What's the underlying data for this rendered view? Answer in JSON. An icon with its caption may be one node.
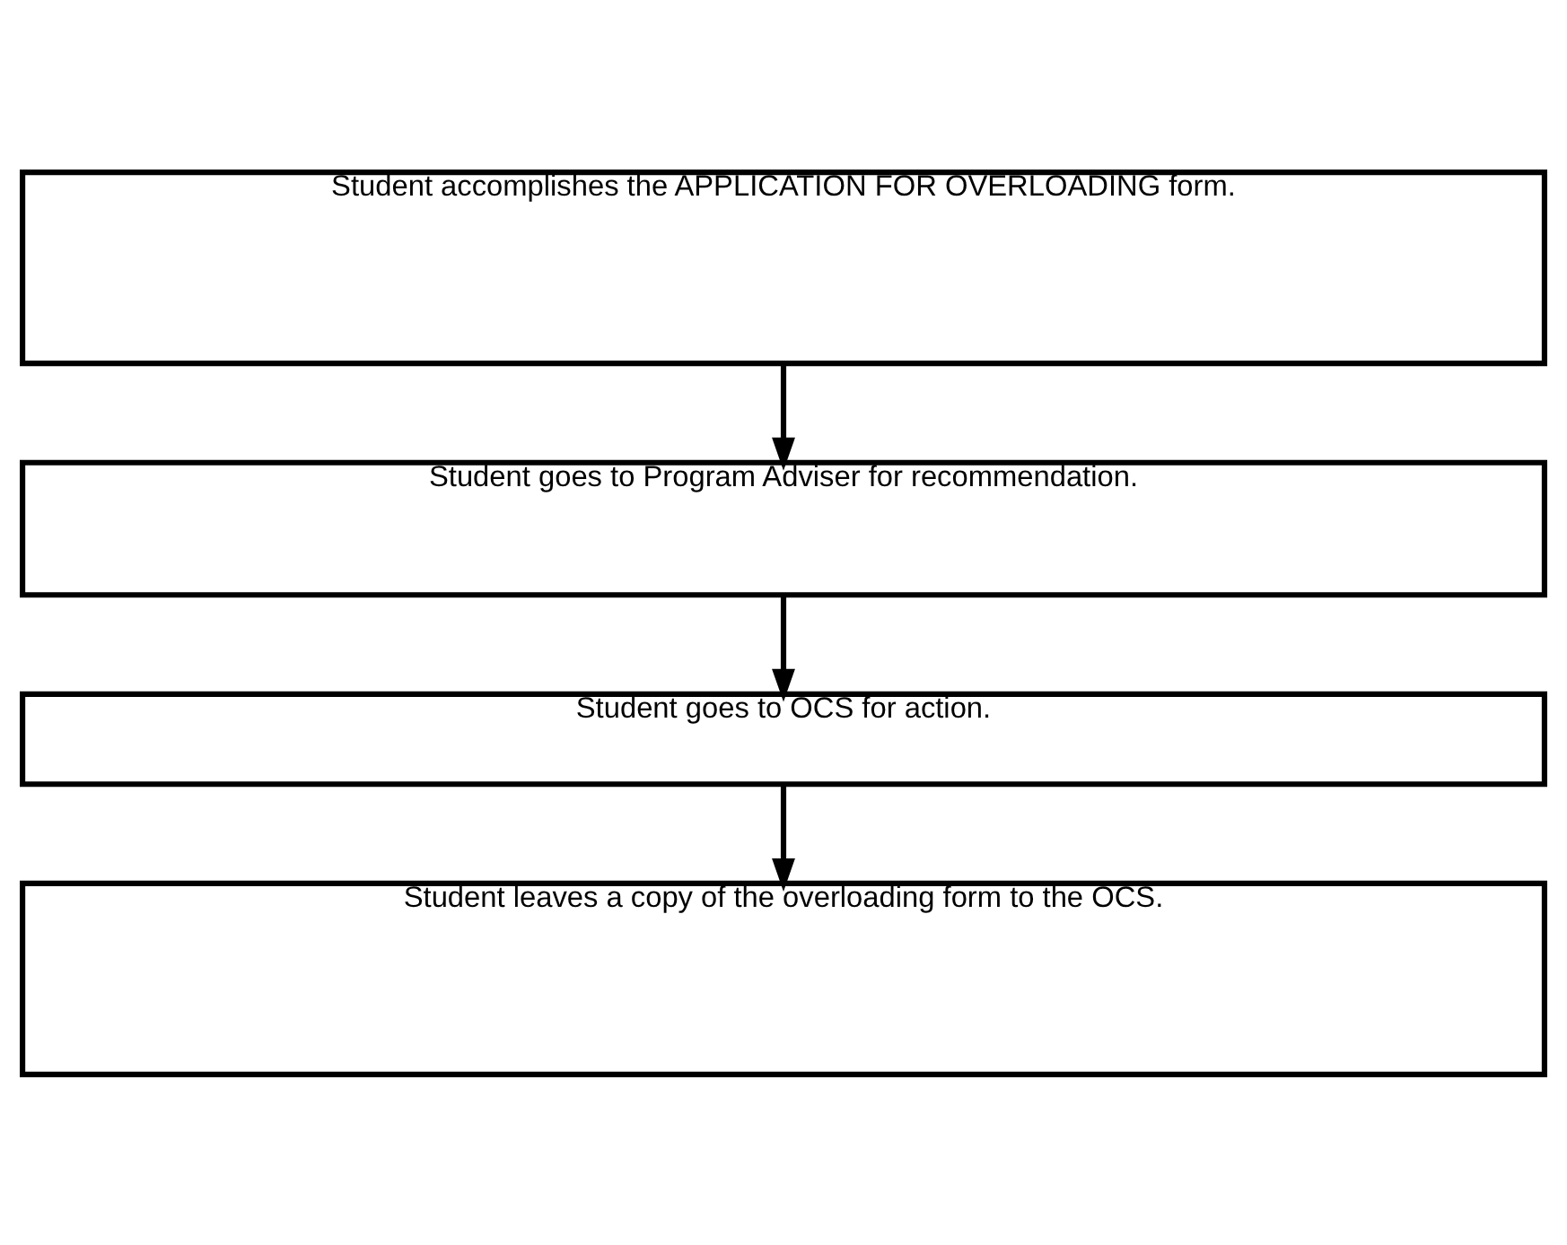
{
  "diagram": {
    "nodes": [
      {
        "text": [
          "Student accomplishes the APPLICATION FOR OVERLOADING form."
        ]
      },
      {
        "text": [
          "Student goes to Program Adviser for recommendation."
        ]
      },
      {
        "text": [
          "Student goes to OCS for action."
        ]
      },
      {
        "text": [
          "Student leaves a copy of the overloading form to the OCS."
        ]
      }
    ],
    "edges": [
      {
        "from": 0,
        "to": 1,
        "arrow": "to"
      },
      {
        "from": 1,
        "to": 2,
        "arrow": "to"
      },
      {
        "from": 2,
        "to": 3,
        "arrow": "to"
      }
    ]
  }
}
